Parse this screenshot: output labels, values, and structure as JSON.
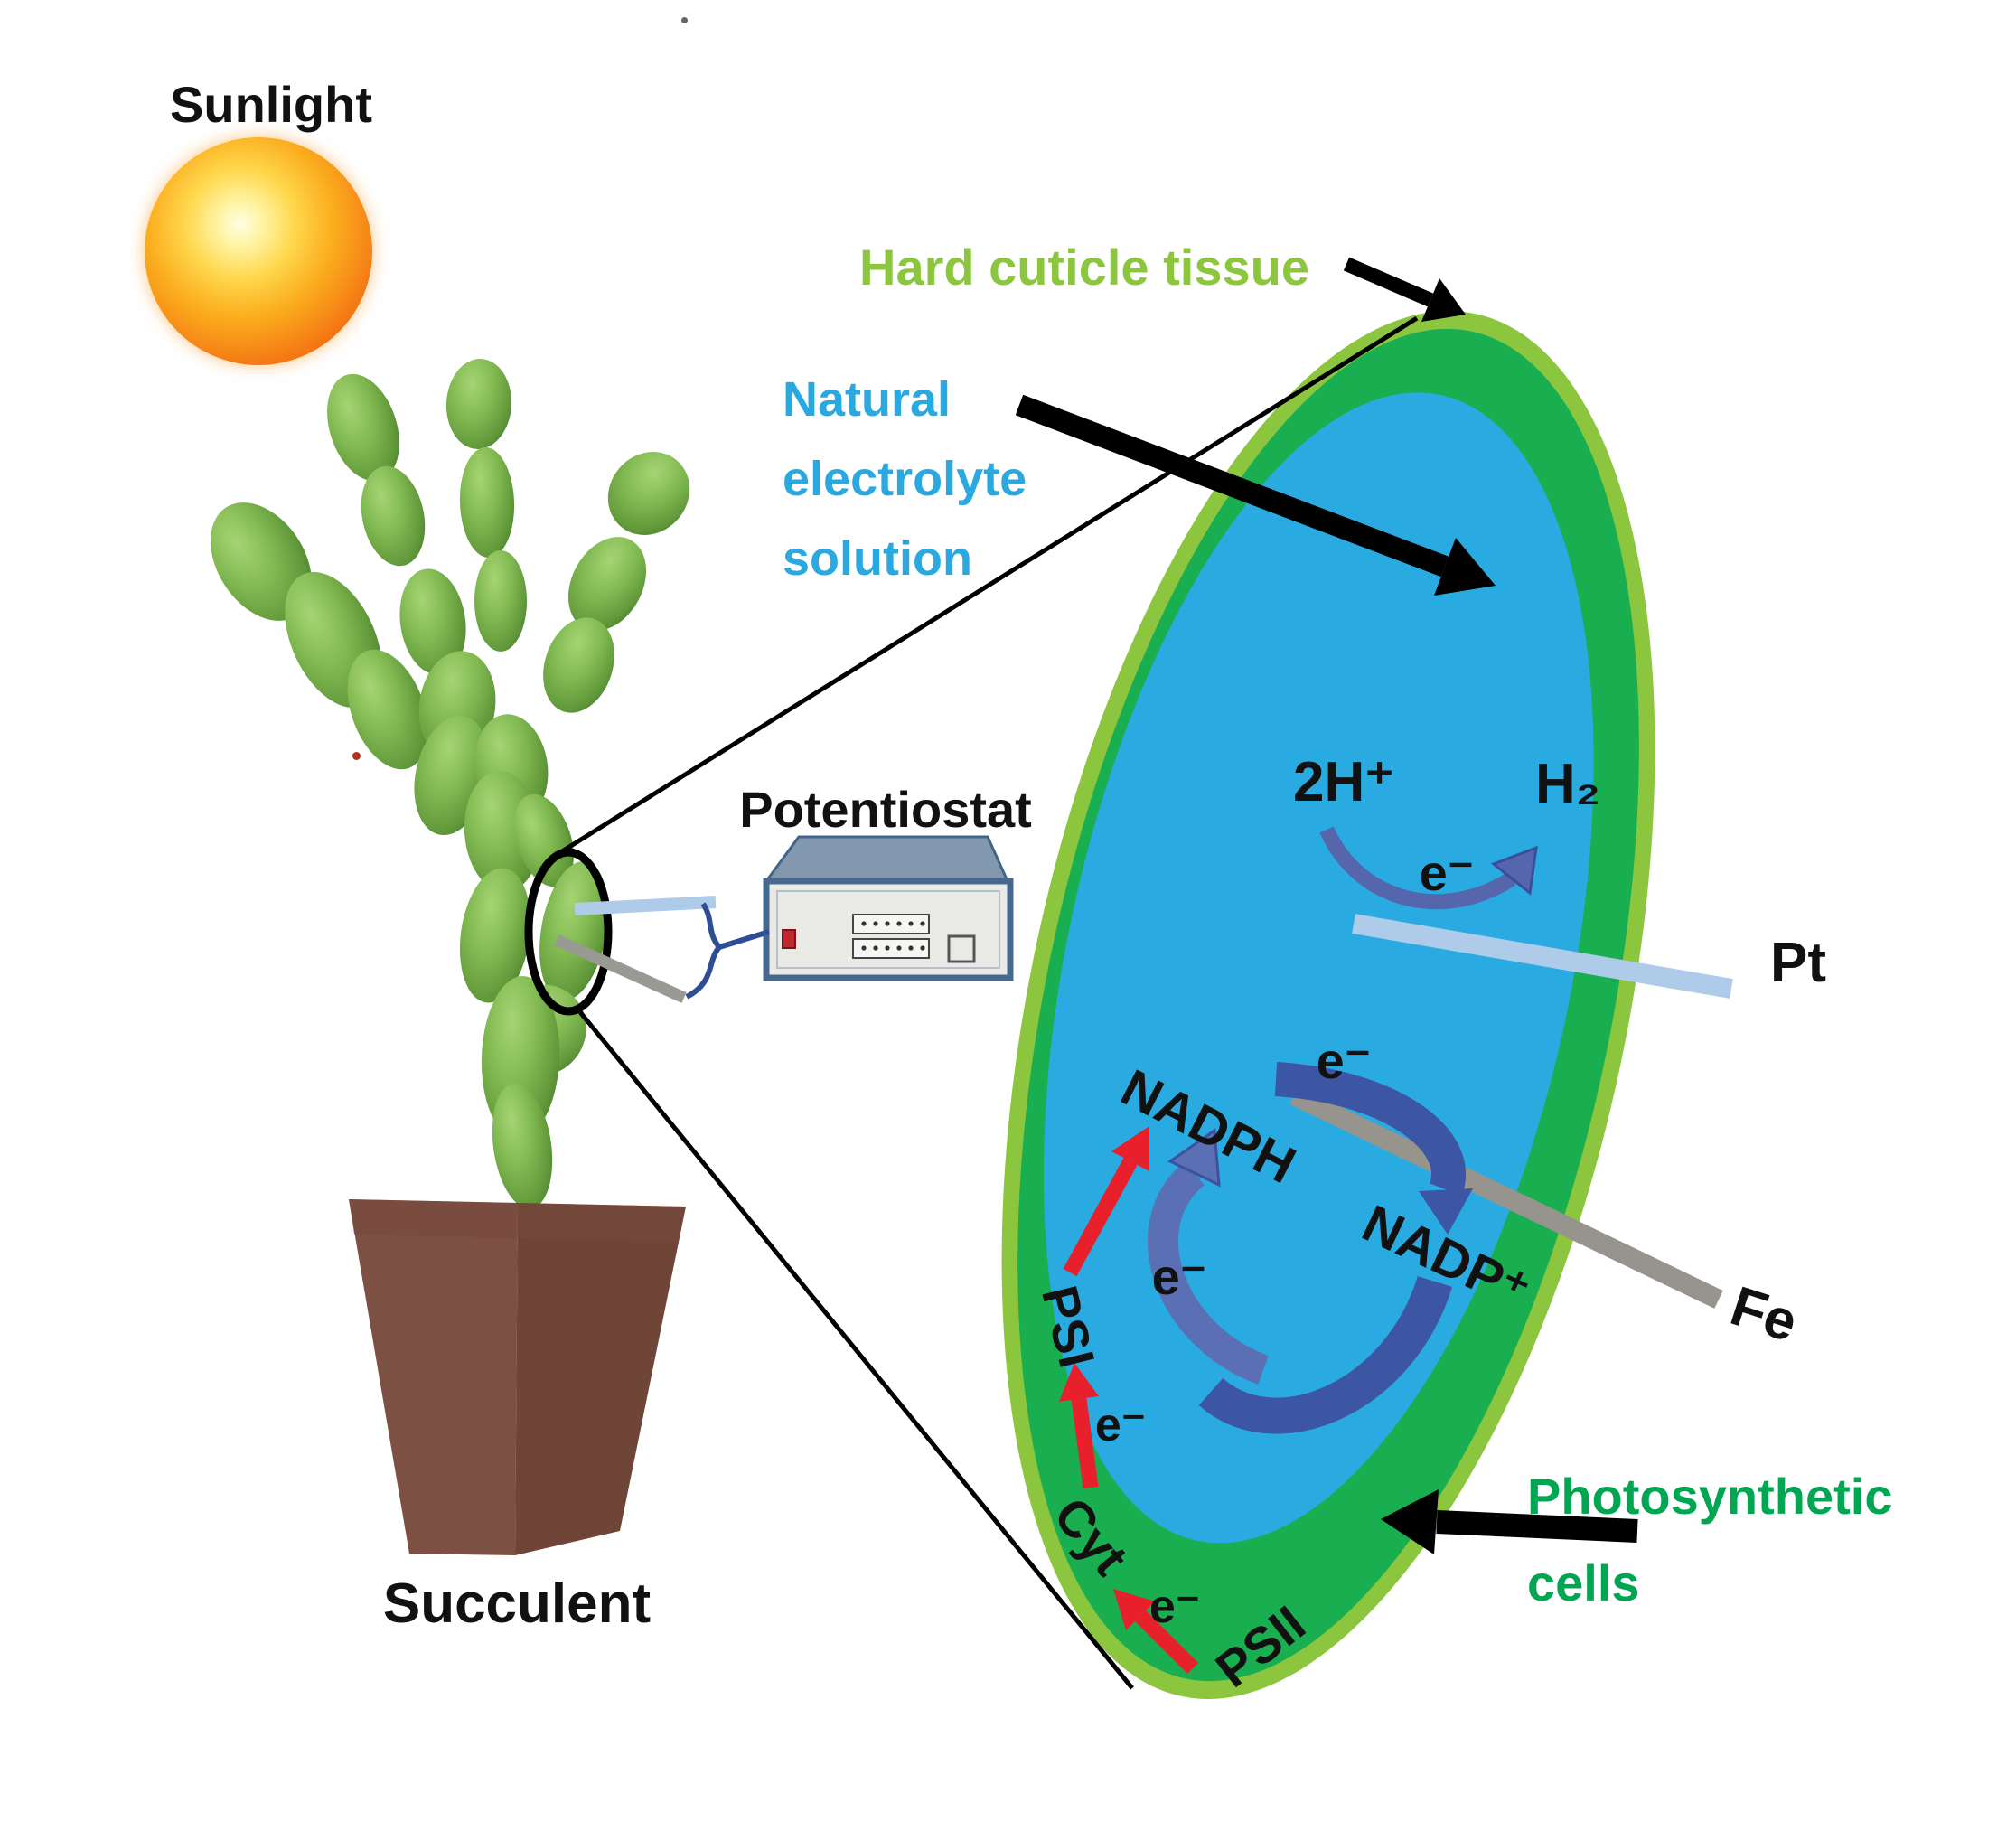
{
  "titles": {
    "sunlight": "Sunlight",
    "succulent": "Succulent",
    "potentiostat": "Potentiostat"
  },
  "callouts": {
    "hard_cuticle": "Hard cuticle tissue",
    "electrolyte_lines": [
      "Natural",
      "electrolyte",
      "solution"
    ],
    "photosynthetic_lines": [
      "Photosynthetic",
      "cells"
    ]
  },
  "electrodes": {
    "platinum": "Pt",
    "iron": "Fe"
  },
  "reactions": {
    "protons": "2H⁺",
    "hydrogen": "H₂",
    "electron": "e⁻",
    "nadph": "NADPH",
    "nadp": "NADP⁺",
    "psi": "PSI",
    "psii": "PSII",
    "cyt": "Cyt"
  },
  "colors": {
    "hard_cuticle_green": "#8cc63f",
    "photosynthetic_ring_green": "#19af51",
    "electrolyte_blue": "#29abe2",
    "photosynthetic_text_green": "#00a651",
    "electron_arrow_blue": "#5b6fb5",
    "electron_arrow_dark_blue": "#3d56a3",
    "transfer_arrow_red": "#e8202c",
    "pt_rod": "#aecbea",
    "fe_rod": "#97948e",
    "black": "#111111"
  }
}
